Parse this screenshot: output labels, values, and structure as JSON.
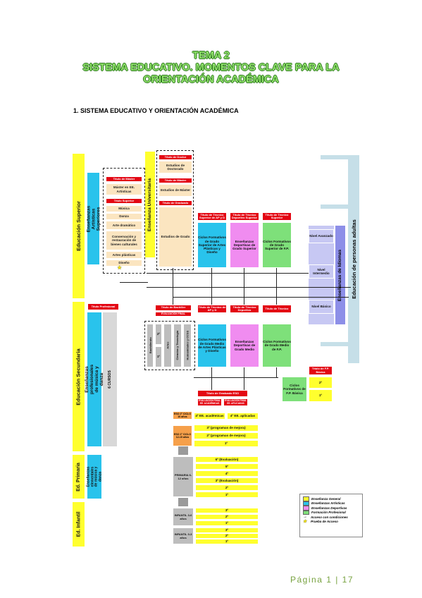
{
  "title": {
    "line1": "TEMA 2",
    "line2": "SISTEMA EDUCATIVO. MOMENTOS CLAVE PARA LA",
    "line3": "ORIENTACIÓN ACADÉMICA"
  },
  "section_heading": "1.   SISTEMA EDUCATIVO Y ORIENTACIÓN ACADÉMICA",
  "diagram": {
    "bands": {
      "superior": "Educación Superior",
      "secundaria": "Educación Secundaria",
      "primaria": "Ed. Primaria",
      "infantil": "Ed. Infantil",
      "artisticas_superiores": "Enseñanzas Artísticas Superiores",
      "universitaria": "Enseñanza Universitaria",
      "profesionales_musica": "Enseñanzas profesionales de música y danza",
      "elementales_musica": "Enseñanzas elementales de música y danza",
      "idiomas": "Enseñanzas de Idiomas",
      "adultas": "Educación de personas adultas",
      "seis_cursos": "6 CURSOS"
    },
    "artisticas": {
      "titulo_master": "Título de Máster",
      "master_ee": "Máster en EE. Artísticas",
      "titulo_superior": "Título Superior",
      "musica": "Música",
      "danza": "Danza",
      "arte_dramatico": "Arte dramático",
      "conservacion": "Conservación y restauración de bienes culturales",
      "artes_plasticas": "Artes plásticas",
      "diseno": "Diseño"
    },
    "universidad": {
      "titulo_doctor": "Título de Doctor",
      "estudios_doctorado": "Estudios de Doctorado",
      "titulo_master": "Título de Máster",
      "estudios_master": "Estudios de Máster",
      "titulo_graduado": "Título de Graduado",
      "estudios_grado": "Estudios de Grado"
    },
    "superior_ciclos": {
      "titulo_tecnico_sup_ap": "Título de Técnico Superior de AP y D",
      "titulo_tecnico_sup_dep": "Título de Técnico Deportivo Superior",
      "titulo_tecnico_sup_fp": "Título de Técnico Superior",
      "cf_artes": "Ciclos Formativos de Grado Superior de Artes Plásticas y Diseño",
      "ens_deportivas": "Enseñanzas Deportivas de Grado Superior",
      "cf_fp": "Ciclos Formativos de Grado Superior de F.P."
    },
    "idiomas_niveles": {
      "avanzado": "Nivel Avanzado",
      "intermedio": "Nivel Intermedio",
      "basico": "Nivel Básico"
    },
    "secundaria": {
      "titulo_profesional": "Título Profesional",
      "titulo_bachiller": "Título de Bachiller",
      "evaluacion_final": "EVALUACIÓN FINAL",
      "bachillerato": "Bachillerato",
      "curso_2": "2º",
      "curso_1": "1º",
      "artes": "Artes",
      "ciencias": "Ciencias y Tecnología",
      "humanidades": "Humanidades y CCSS",
      "titulo_tecnico_ap": "Título de Técnico de AP y D",
      "titulo_tecnico_dep": "Título de Técnico Deportivo",
      "titulo_tecnico": "Título de Técnico",
      "cf_medio_artes": "Ciclos Formativos de Grado Medio de Artes Plásticas y Diseño",
      "ens_dep_medio": "Enseñanzas Deportivas de Grado Medio",
      "cf_medio_fp": "Ciclos Formativos de Grado Medio de F.P.",
      "titulo_fp_basica": "Título de F.P. Básica",
      "cf_basica": "Ciclos Formativos de F.P. Básica",
      "fpb_2": "2º",
      "fpb_1": "1º",
      "titulo_eso": "Título de Graduado ESO",
      "eval_academicas": "EVALUACIÓN FINAL EE. ACADÉMICAS",
      "eval_aplicadas": "EVALUACIÓN FINAL EE. APLICADAS",
      "eso2": "ESO 2º CICLO 16 años",
      "eso4_academicas": "4º EE. académicas",
      "eso4_aplicadas": "4º EE. aplicadas",
      "eso1": "ESO 1º CICLO 12-15 años",
      "eso3": "3º (programas de mejora)",
      "eso2c": "2º (programas de mejora)",
      "eso1c": "1º"
    },
    "primaria": {
      "label": "PRIMARIA 6-12 años",
      "c6": "6º (Evaluación)",
      "c5": "5º",
      "c4": "4º",
      "c3": "3º (Evaluación)",
      "c2": "2º",
      "c1": "1º"
    },
    "infantil": {
      "infantil_36": "INFANTIL 3-6 años",
      "infantil_03": "INFANTIL 0-3 años",
      "i3": "3º",
      "i2": "2º",
      "i1": "1º",
      "j3": "3º",
      "j2": "2º",
      "j1": "1º"
    },
    "legend": [
      {
        "label": "Enseñanza General",
        "color": "#ffff2e",
        "icon": "swatch"
      },
      {
        "label": "Enseñanzas Artísticas",
        "color": "#29c3ec",
        "icon": "swatch"
      },
      {
        "label": "Enseñanzas Deportivas",
        "color": "#f08cf0",
        "icon": "swatch"
      },
      {
        "label": "Formación Profesional",
        "color": "#7ee07a",
        "icon": "swatch"
      },
      {
        "label": "Acceso con condiciones",
        "color": "#222222",
        "icon": "arrow-icon"
      },
      {
        "label": "Prueba de Acceso",
        "color": "#f5e400",
        "icon": "star-icon"
      }
    ]
  },
  "footer": "Página 1 | 17"
}
